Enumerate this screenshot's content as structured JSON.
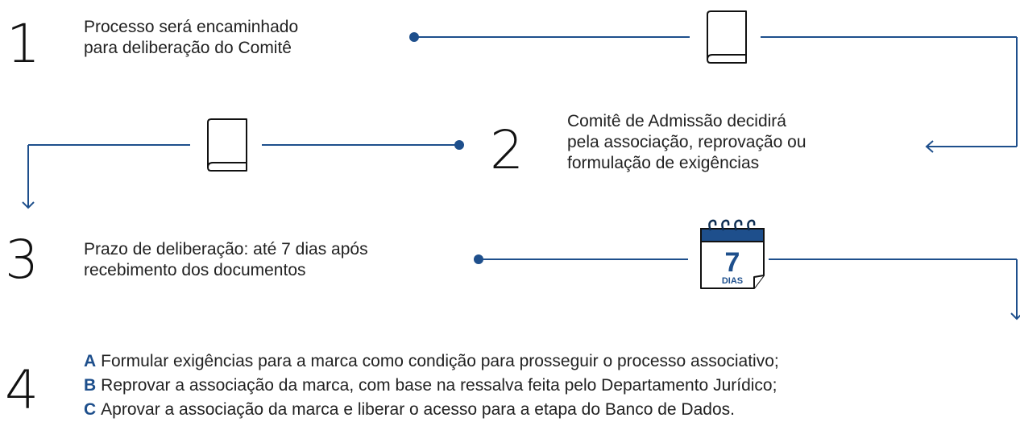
{
  "colors": {
    "line": "#1e4f8c",
    "dark": "#0d2d52",
    "text": "#222222"
  },
  "steps": [
    {
      "number": "1",
      "lines": [
        "Processo será encaminhado",
        "para deliberação do Comitê"
      ],
      "icon": "book-icon"
    },
    {
      "number": "2",
      "lines": [
        "Comitê de Admissão decidirá",
        "pela associação, reprovação ou",
        "formulação de exigências"
      ],
      "icon": "book-icon"
    },
    {
      "number": "3",
      "lines": [
        "Prazo de deliberação: até 7 dias após",
        "recebimento dos documentos"
      ],
      "icon": "calendar-icon"
    },
    {
      "number": "4",
      "options": [
        {
          "letter": "A",
          "text": "Formular exigências para a marca como condição para prosseguir o processo associativo;"
        },
        {
          "letter": "B",
          "text": "Reprovar a associação da marca, com base na ressalva feita pelo Departamento Jurídico;"
        },
        {
          "letter": "C",
          "text": "Aprovar a associação da marca e liberar o acesso para a etapa do Banco de Dados."
        }
      ]
    }
  ],
  "calendar": {
    "value": "7",
    "unit": "DIAS"
  }
}
